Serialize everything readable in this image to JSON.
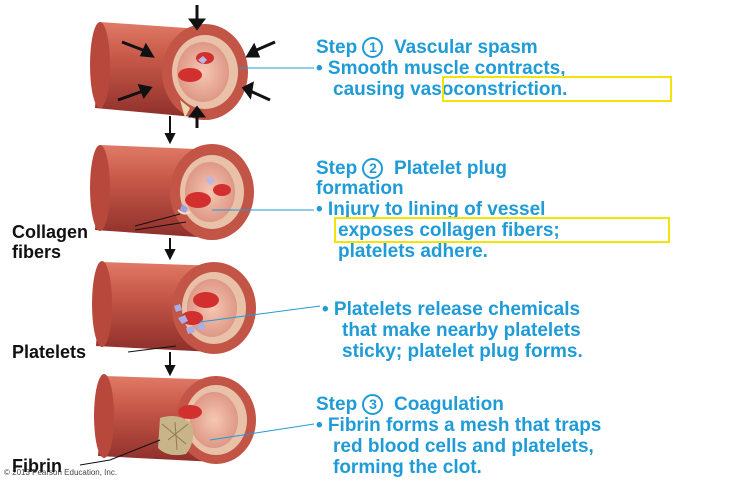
{
  "steps": [
    {
      "step_word": "Step",
      "num": "1",
      "title": "Vascular spasm",
      "lines": [
        "• Smooth muscle contracts,",
        "causing",
        "vasoconstriction",
        "."
      ]
    },
    {
      "step_word": "Step",
      "num": "2",
      "title": "Platelet plug",
      "title2": "formation",
      "lines": [
        "• Injury to lining of vessel",
        "exposes collagen fibers;",
        "platelets adhere."
      ]
    },
    {
      "lines": [
        "• Platelets release chemicals",
        "that make nearby platelets",
        "sticky; platelet plug forms."
      ]
    },
    {
      "step_word": "Step",
      "num": "3",
      "title": "Coagulation",
      "lines": [
        "• Fibrin forms a mesh that traps",
        "red blood cells and platelets,",
        "forming the clot."
      ]
    }
  ],
  "labels": {
    "collagen": "Collagen",
    "collagen2": "fibers",
    "platelets": "Platelets",
    "fibrin": "Fibrin"
  },
  "copyright": "© 2013 Pearson Education, Inc.",
  "colors": {
    "text_blue": "#1f9bd7",
    "highlight": "#f2e40b",
    "vessel": "#c4564a"
  }
}
